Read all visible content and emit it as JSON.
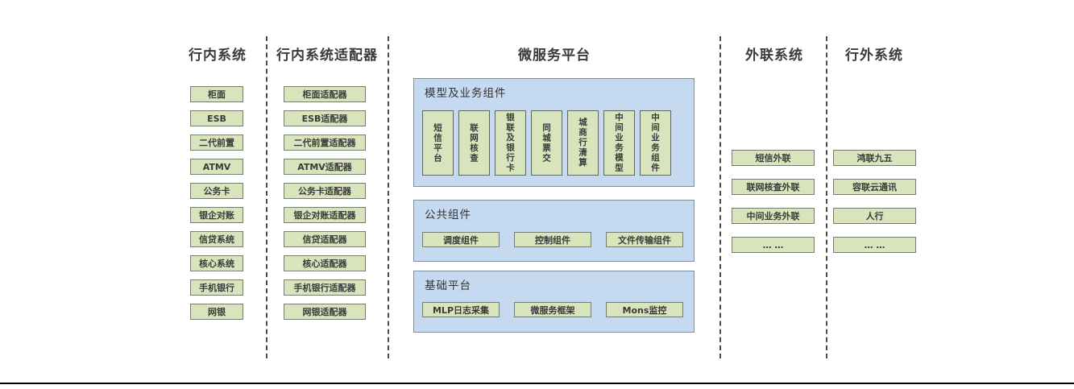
{
  "diagram": {
    "columns": {
      "internal": {
        "title": "行内系统",
        "items": [
          "柜面",
          "ESB",
          "二代前置",
          "ATMV",
          "公务卡",
          "银企对账",
          "信贷系统",
          "核心系统",
          "手机银行",
          "网银"
        ]
      },
      "adapter": {
        "title": "行内系统适配器",
        "items": [
          "柜面适配器",
          "ESB适配器",
          "二代前置适配器",
          "ATMV适配器",
          "公务卡适配器",
          "银企对账适配器",
          "信贷适配器",
          "核心适配器",
          "手机银行适配器",
          "网银适配器"
        ]
      },
      "platform": {
        "title": "微服务平台",
        "panels": {
          "model": {
            "title": "模型及业务组件",
            "items": [
              "短信平台",
              "联网核查",
              "银联及银行卡",
              "同城票交",
              "城商行清算",
              "中间业务模型",
              "中间业务组件"
            ]
          },
          "common": {
            "title": "公共组件",
            "items": [
              "调度组件",
              "控制组件",
              "文件传输组件"
            ]
          },
          "base": {
            "title": "基础平台",
            "items": [
              "MLP日志采集",
              "微服务框架",
              "Mons监控"
            ]
          }
        }
      },
      "outlink": {
        "title": "外联系统",
        "items": [
          "短信外联",
          "联网核查外联",
          "中间业务外联",
          "… …"
        ]
      },
      "external": {
        "title": "行外系统",
        "items": [
          "鸿联九五",
          "容联云通讯",
          "人行",
          "… …"
        ]
      }
    },
    "colors": {
      "box_fill": "#d8e4bc",
      "box_border": "#767c72",
      "panel_fill": "#c5d9f1",
      "panel_border": "#7f8d9d",
      "text": "#3a3a3a",
      "divider": "#4a4a4a",
      "bottom_rule": "#000000"
    }
  }
}
